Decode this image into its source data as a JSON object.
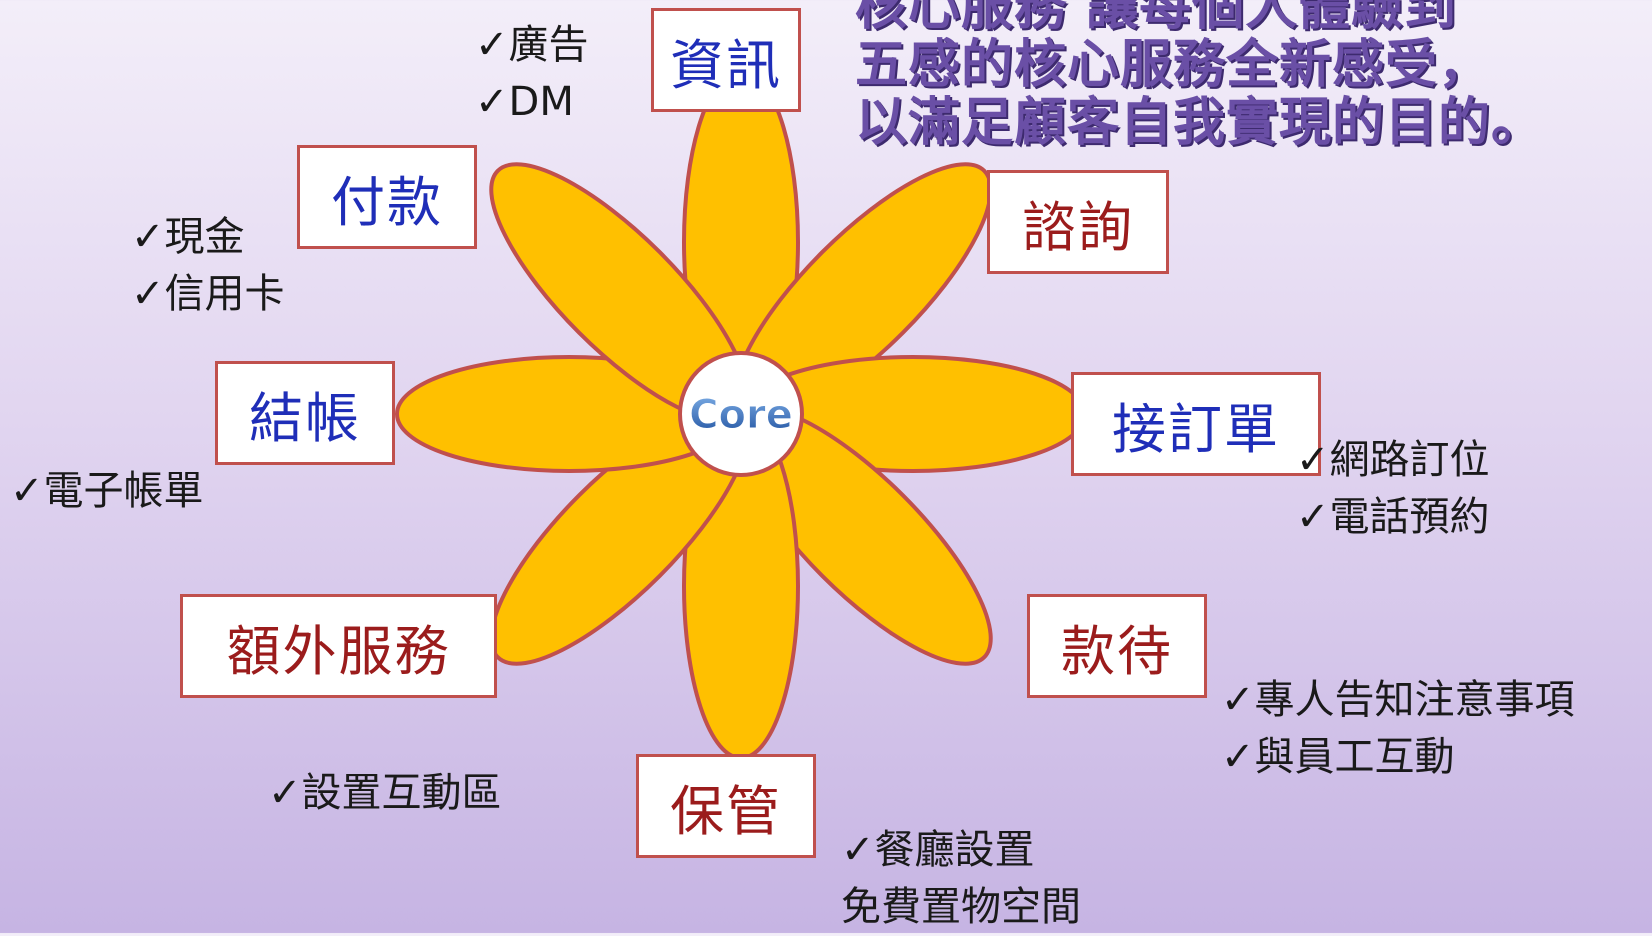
{
  "headline": {
    "line1": "核心服務 讓每個人體驗到",
    "line2": "五感的核心服務全新感受，",
    "line3": "以滿足顧客自我實現的目的。"
  },
  "core_label": "Core",
  "colors": {
    "petal_fill": "#ffc000",
    "petal_stroke": "#c0504d",
    "box_border": "#c0504d",
    "blue_text": "#1f2eb8",
    "red_text": "#9b1c1c",
    "core_text": "#2e6fc2"
  },
  "petals": {
    "information": {
      "label": "資訊",
      "notes": [
        "✓廣告",
        "✓DM"
      ]
    },
    "consultation": {
      "label": "諮詢",
      "notes": []
    },
    "order_taking": {
      "label": "接訂單",
      "notes": [
        "✓網路訂位",
        "✓電話預約"
      ]
    },
    "hospitality": {
      "label": "款待",
      "notes": [
        "✓專人告知注意事項",
        "✓與員工互動"
      ]
    },
    "safekeeping": {
      "label": "保管",
      "notes": [
        "✓餐廳設置",
        "免費置物空間"
      ]
    },
    "exceptions": {
      "label": "額外服務",
      "notes": [
        "✓設置互動區"
      ]
    },
    "billing": {
      "label": "結帳",
      "notes": [
        "✓電子帳單"
      ]
    },
    "payment": {
      "label": "付款",
      "notes": [
        "✓現金",
        "✓信用卡"
      ]
    }
  }
}
